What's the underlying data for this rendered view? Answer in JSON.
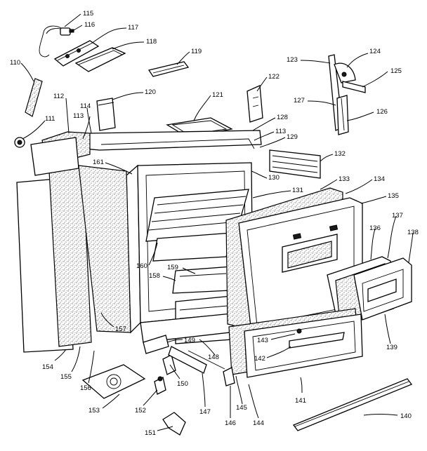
{
  "diagram": {
    "labels": [
      {
        "id": "115",
        "text": "115"
      },
      {
        "id": "116",
        "text": "116"
      },
      {
        "id": "117",
        "text": "117"
      },
      {
        "id": "118",
        "text": "118"
      },
      {
        "id": "119",
        "text": "119"
      },
      {
        "id": "110",
        "text": "110"
      },
      {
        "id": "120",
        "text": "120"
      },
      {
        "id": "121",
        "text": "121"
      },
      {
        "id": "122",
        "text": "122"
      },
      {
        "id": "123",
        "text": "123"
      },
      {
        "id": "124",
        "text": "124"
      },
      {
        "id": "125",
        "text": "125"
      },
      {
        "id": "127",
        "text": "127"
      },
      {
        "id": "126",
        "text": "126"
      },
      {
        "id": "112",
        "text": "112"
      },
      {
        "id": "113a",
        "text": "113"
      },
      {
        "id": "114",
        "text": "114"
      },
      {
        "id": "111",
        "text": "111"
      },
      {
        "id": "128",
        "text": "128"
      },
      {
        "id": "113b",
        "text": "113"
      },
      {
        "id": "129",
        "text": "129"
      },
      {
        "id": "132",
        "text": "132"
      },
      {
        "id": "161",
        "text": "161"
      },
      {
        "id": "130",
        "text": "130"
      },
      {
        "id": "131",
        "text": "131"
      },
      {
        "id": "133",
        "text": "133"
      },
      {
        "id": "134",
        "text": "134"
      },
      {
        "id": "135",
        "text": "135"
      },
      {
        "id": "137",
        "text": "137"
      },
      {
        "id": "136",
        "text": "136"
      },
      {
        "id": "138",
        "text": "138"
      },
      {
        "id": "160",
        "text": "160"
      },
      {
        "id": "159",
        "text": "159"
      },
      {
        "id": "158",
        "text": "158"
      },
      {
        "id": "157",
        "text": "157"
      },
      {
        "id": "149",
        "text": "149"
      },
      {
        "id": "148",
        "text": "148"
      },
      {
        "id": "143",
        "text": "143"
      },
      {
        "id": "142",
        "text": "142"
      },
      {
        "id": "139",
        "text": "139"
      },
      {
        "id": "154",
        "text": "154"
      },
      {
        "id": "155",
        "text": "155"
      },
      {
        "id": "156",
        "text": "156"
      },
      {
        "id": "150",
        "text": "150"
      },
      {
        "id": "153",
        "text": "153"
      },
      {
        "id": "152",
        "text": "152"
      },
      {
        "id": "147",
        "text": "147"
      },
      {
        "id": "146",
        "text": "146"
      },
      {
        "id": "145",
        "text": "145"
      },
      {
        "id": "144",
        "text": "144"
      },
      {
        "id": "141",
        "text": "141"
      },
      {
        "id": "140",
        "text": "140"
      },
      {
        "id": "151",
        "text": "151"
      }
    ]
  }
}
